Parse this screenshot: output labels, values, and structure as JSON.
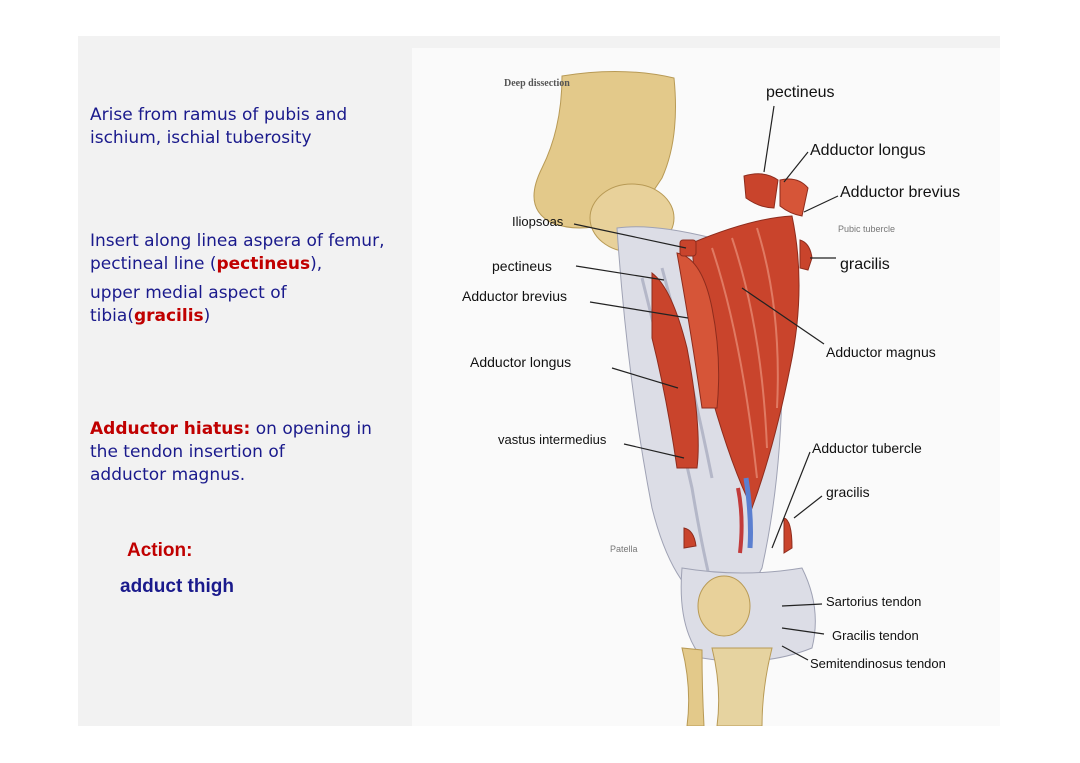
{
  "left_panel": {
    "origin": "Arise from ramus of pubis and ischium, ischial tuberosity",
    "insert_line1": "Insert along linea aspera of femur,",
    "insert_line2_pre": "pectineal line (",
    "insert_line2_red": "pectineus",
    "insert_line2_post": "),",
    "insert_line3": "upper medial aspect of",
    "insert_line4_pre": "tibia(",
    "insert_line4_red": "gracilis",
    "insert_line4_post": ")",
    "hiatus_label": "Adductor hiatus:",
    "hiatus_text1": " on opening in",
    "hiatus_text2": "the tendon insertion of",
    "hiatus_text3": "adductor magnus.",
    "action_title": "Action:",
    "action_text": "adduct thigh"
  },
  "figure": {
    "caption": "Deep dissection",
    "labels": {
      "pectineus_top": "pectineus",
      "adductor_longus_right": "Adductor longus",
      "adductor_brevius_right": "Adductor brevius",
      "pubic_tubercle": "Pubic tubercle",
      "gracilis_right": "gracilis",
      "iliopsoas": "Iliopsoas",
      "pectineus_left": "pectineus",
      "adductor_brevius_left": "Adductor brevius",
      "adductor_magnus": "Adductor magnus",
      "adductor_longus_left": "Adductor longus",
      "vastus_intermedius": "vastus intermedius",
      "adductor_tubercle": "Adductor tubercle",
      "gracilis_lower": "gracilis",
      "patella": "Patella",
      "sartorius_tendon": "Sartorius tendon",
      "gracilis_tendon": "Gracilis tendon",
      "semitendinosus_tendon": "Semitendinosus tendon"
    }
  },
  "colors": {
    "text_blue": "#1a1a8c",
    "text_red": "#c00000",
    "muscle": "#c9442c",
    "bone": "#e3c98a",
    "tendon": "#dcdde6"
  }
}
